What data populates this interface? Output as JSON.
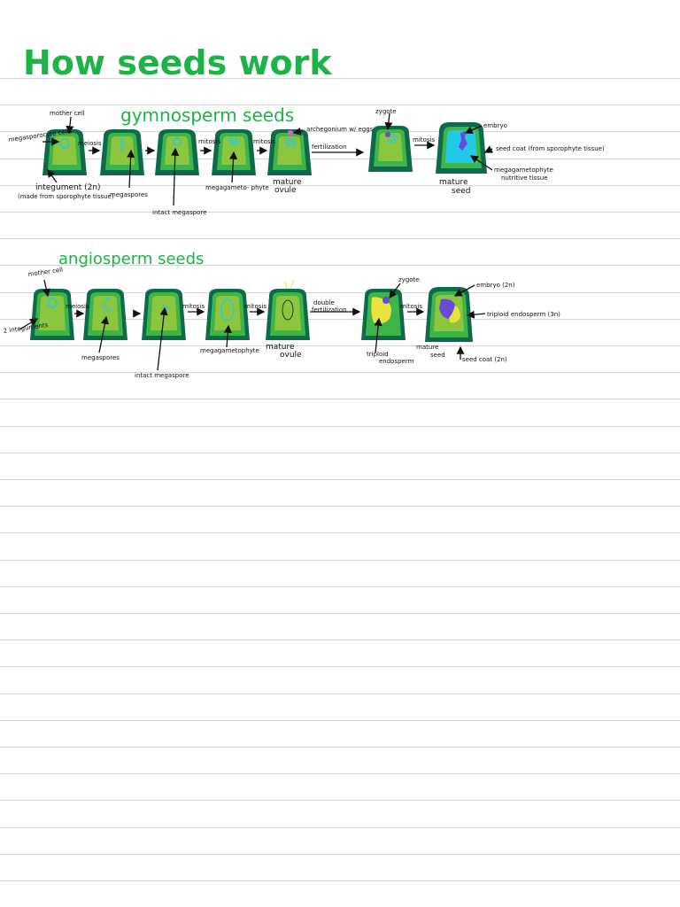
{
  "title": "How seeds work",
  "colors": {
    "title_green": "#1cb446",
    "seed_coat": "#0e6b4a",
    "tissue_green": "#3eb54a",
    "light_green": "#8cc63f",
    "cyan": "#21c9e8",
    "purple": "#6a4bd6",
    "yellow": "#e8e23a",
    "pink": "#e95cc8"
  },
  "gymnosperm": {
    "heading": "gymnosperm seeds",
    "labels": {
      "mother_cell": "mother cell",
      "megasporocyte": "megasporocyte cells",
      "meiosis": "meiosis",
      "mitosis1": "mitosis",
      "mitosis2": "mitosis",
      "mitosis3": "mitosis",
      "integument": "integument (2n)",
      "integument_note": "(made from sporophyte tissue)",
      "megaspores": "megaspores",
      "intact_megaspore": "intact megaspore",
      "megagametophyte": "megagameto- phyte",
      "archegonium": "archegonium w/ eggs",
      "fertilization": "fertilization",
      "mature_ovule_1": "mature",
      "mature_ovule_2": "ovule",
      "zygote": "zygote",
      "embryo": "embryo",
      "seed_coat": "seed coat (from sporophyte tissue)",
      "megagametophyte_2": "megagametophyte",
      "nutritive": "nutritive tissue",
      "mature_seed_1": "mature",
      "mature_seed_2": "seed"
    }
  },
  "angiosperm": {
    "heading": "angiosperm seeds",
    "labels": {
      "mother_cell": "mother cell",
      "integuments": "2 integuments",
      "meiosis": "meiosis",
      "megaspores": "megaspores",
      "intact_megaspore": "intact megaspore",
      "mitosis1": "mitosis",
      "mitosis2": "mitosis",
      "megagametophyte": "megagametophyte",
      "mature_ovule_1": "mature",
      "mature_ovule_2": "ovule",
      "double_fert_1": "double",
      "double_fert_2": "fertilization",
      "zygote": "zygote",
      "mitosis3": "mitosis",
      "triploid_1": "triploid",
      "triploid_2": "endosperm",
      "embryo": "embryo (2n)",
      "triploid_endosperm": "triploid endosperm (3n)",
      "mature_seed_1": "mature",
      "mature_seed_2": "seed",
      "seed_coat": "seed coat (2n)"
    }
  }
}
